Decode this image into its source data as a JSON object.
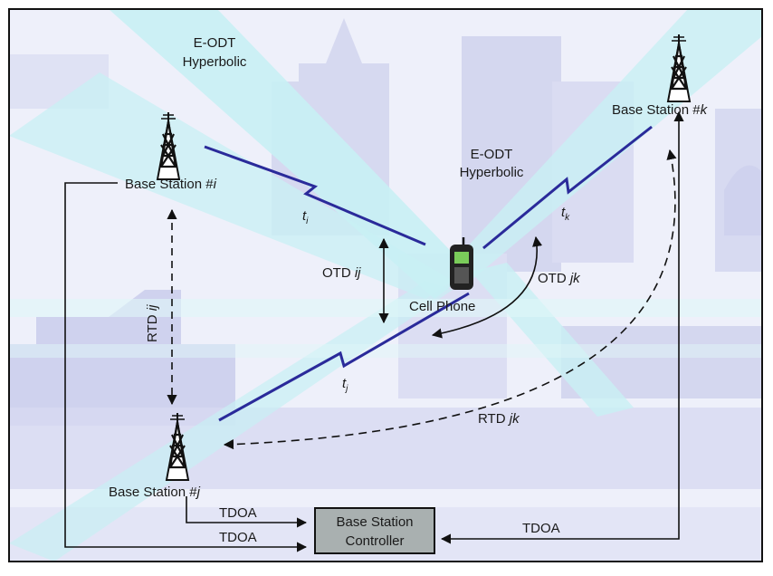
{
  "labels": {
    "eodt_left_1": "E-ODT",
    "eodt_left_2": "Hyperbolic",
    "eodt_mid_1": "E-ODT",
    "eodt_mid_2": "Hyperbolic",
    "station_i_text": "Base Station #",
    "station_i_var": "i",
    "station_j_text": "Base Station #",
    "station_j_var": "j",
    "station_k_text": "Base Station #",
    "station_k_var": "k",
    "t_letter": "t",
    "sub_i": "i",
    "sub_j": "j",
    "sub_k": "k",
    "otd_ij_text": "OTD ",
    "otd_ij_var": "ij",
    "otd_jk_text": "OTD ",
    "otd_jk_var": "jk",
    "rtd_ij_text": "RTD ",
    "rtd_ij_var": "ij",
    "rtd_jk_text": "RTD ",
    "rtd_jk_var": "jk",
    "cell_phone": "Cell Phone",
    "tdoa_1": "TDOA",
    "tdoa_2": "TDOA",
    "tdoa_3": "TDOA",
    "controller_1": "Base Station",
    "controller_2": "Controller"
  },
  "colors": {
    "signal": "#2a2a9a",
    "background_light": "#eef0fa",
    "city": "#cfd2ee",
    "beam": "#c8f0f4",
    "controller_fill": "#a9b0b0",
    "line": "#111111"
  },
  "icons": [
    "tower-icon",
    "cell-phone-icon"
  ]
}
